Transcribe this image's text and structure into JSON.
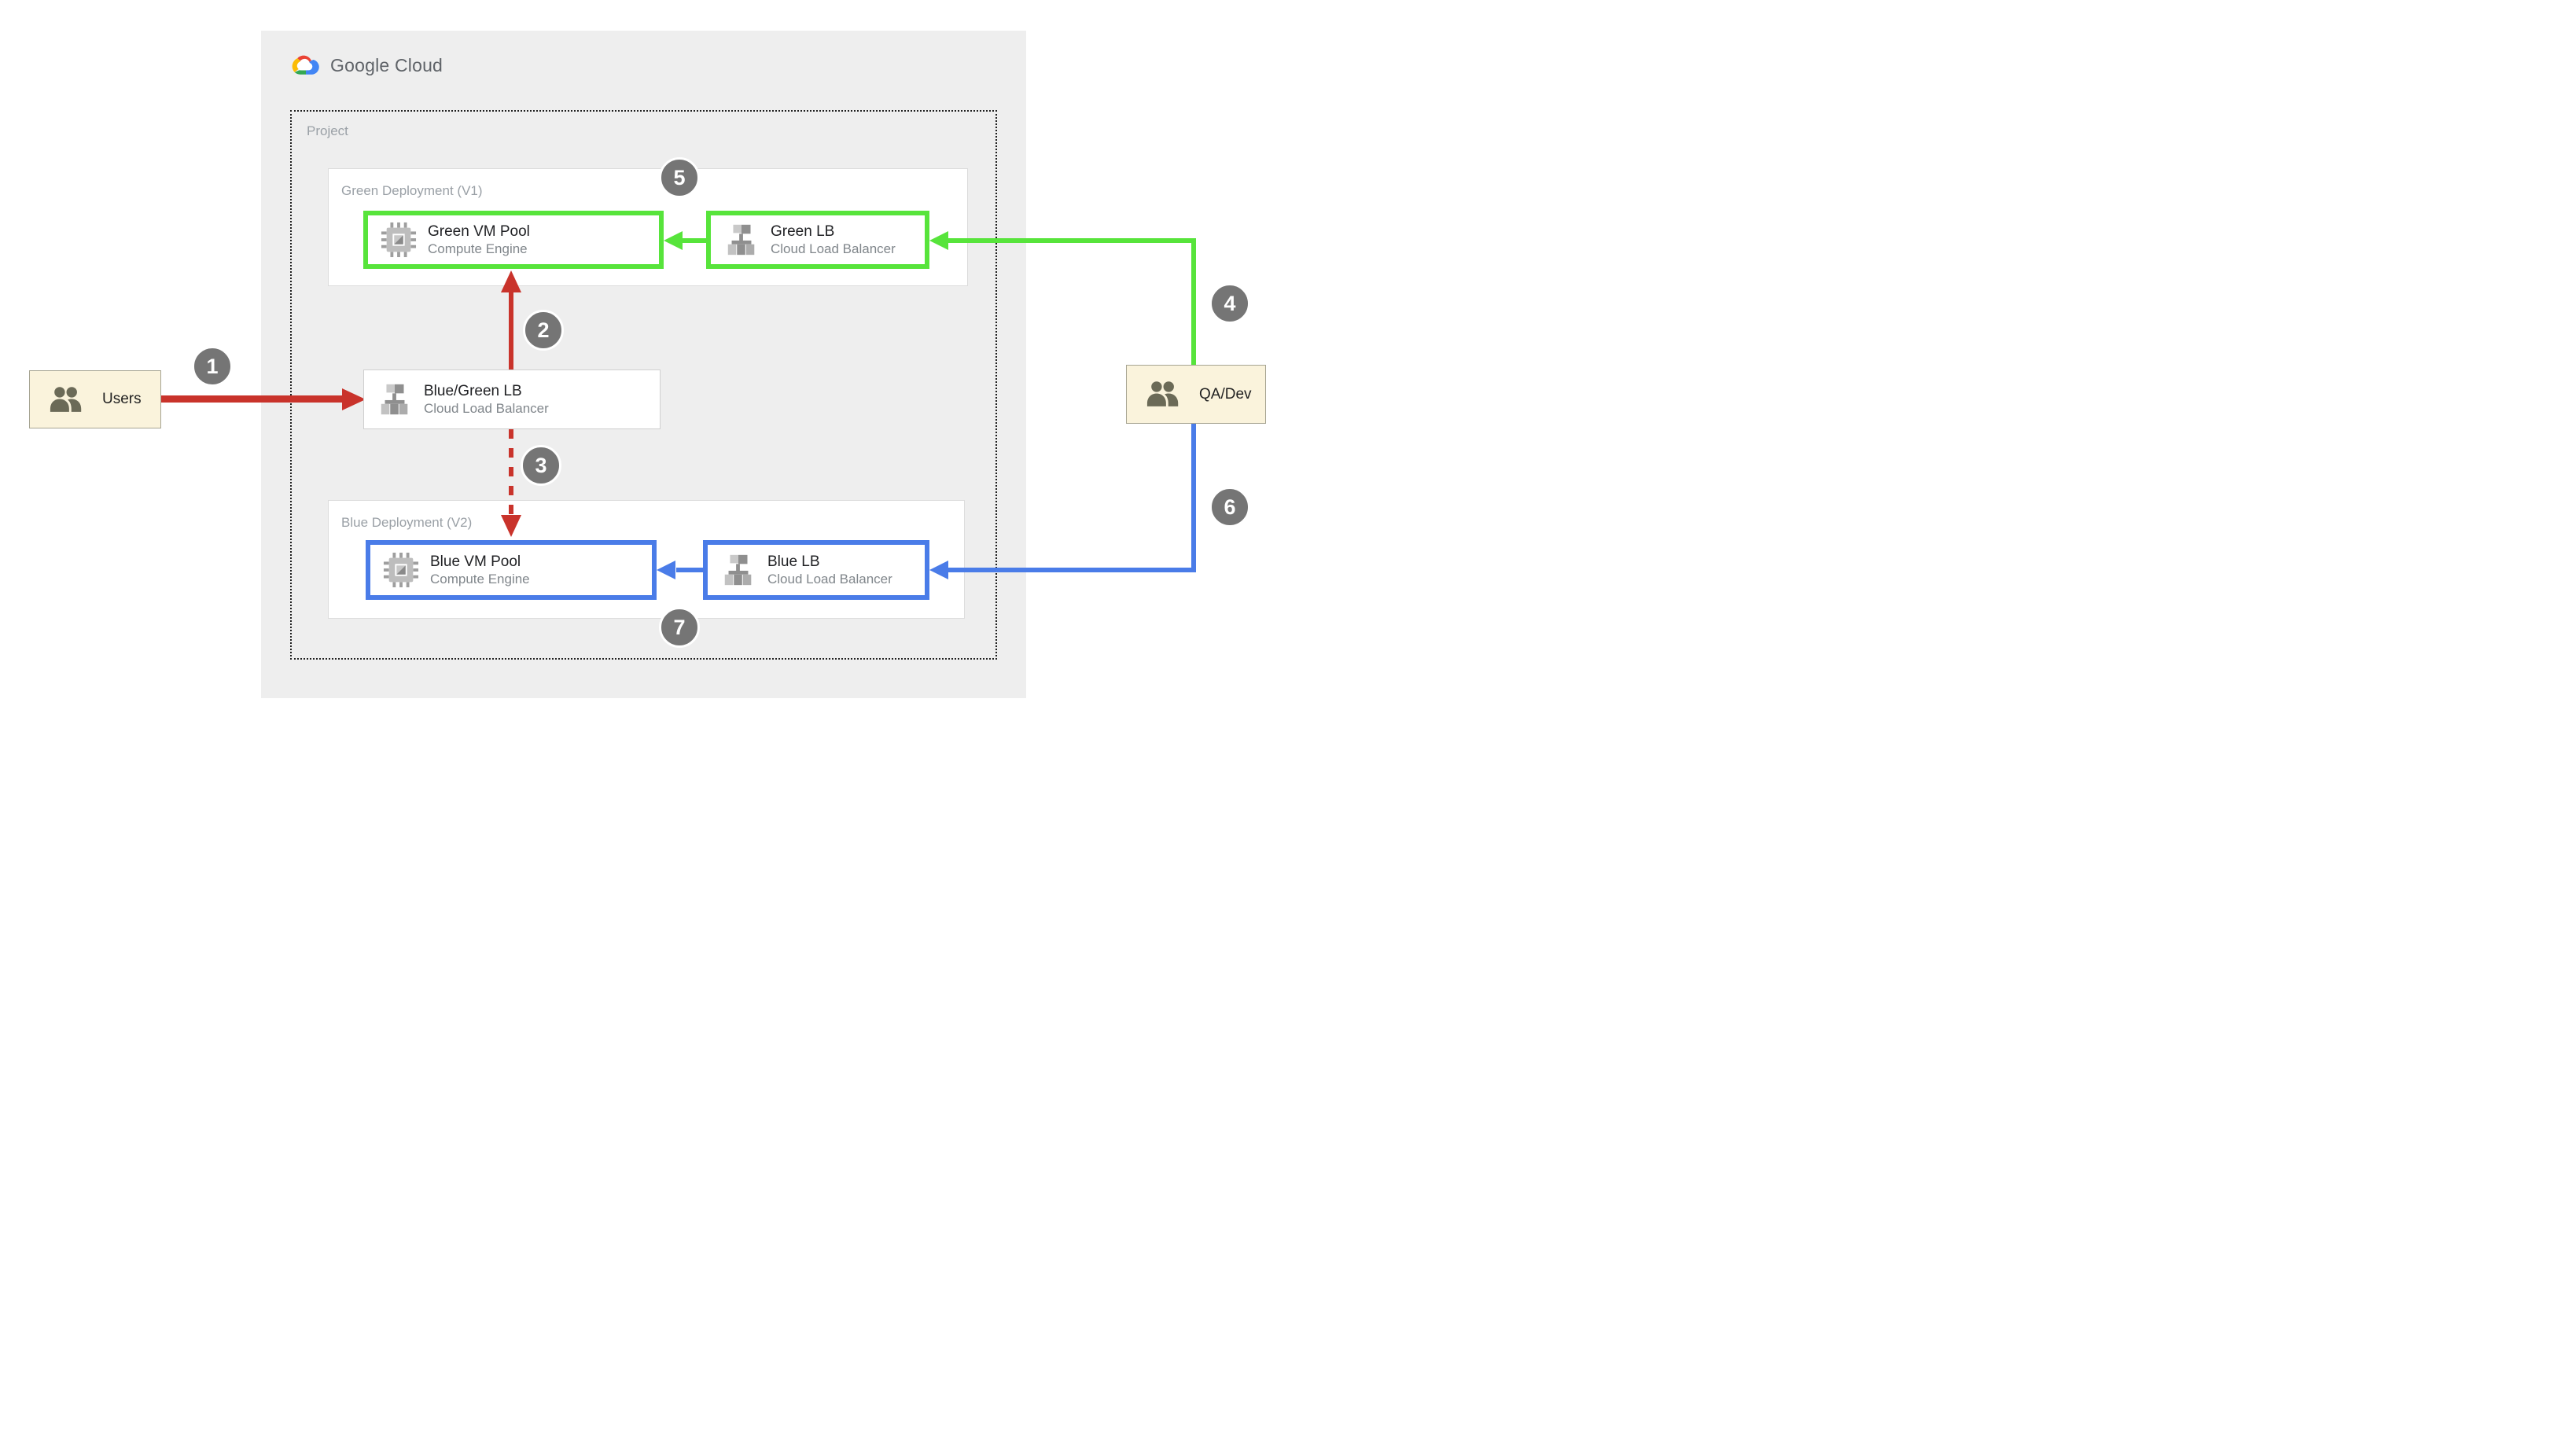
{
  "logo": {
    "text": "Google Cloud"
  },
  "project": {
    "label": "Project"
  },
  "groups": {
    "green": {
      "label": "Green Deployment (V1)"
    },
    "blue": {
      "label": "Blue Deployment (V2)"
    }
  },
  "nodes": {
    "green_vm": {
      "title": "Green VM Pool",
      "subtitle": "Compute Engine",
      "icon": "compute-engine-icon",
      "border_color": "#57e43b"
    },
    "green_lb": {
      "title": "Green LB",
      "subtitle": "Cloud Load Balancer",
      "icon": "load-balancer-icon",
      "border_color": "#57e43b"
    },
    "bluegreen_lb": {
      "title": "Blue/Green LB",
      "subtitle": "Cloud Load Balancer",
      "icon": "load-balancer-icon",
      "border_color": "#cfcfcf"
    },
    "blue_vm": {
      "title": "Blue VM Pool",
      "subtitle": "Compute Engine",
      "icon": "compute-engine-icon",
      "border_color": "#4a7ce8"
    },
    "blue_lb": {
      "title": "Blue LB",
      "subtitle": "Cloud Load Balancer",
      "icon": "load-balancer-icon",
      "border_color": "#4a7ce8"
    }
  },
  "actors": {
    "users": {
      "label": "Users",
      "icon": "users-icon"
    },
    "qa_dev": {
      "label": "QA/Dev",
      "icon": "users-icon"
    }
  },
  "badges": [
    "1",
    "2",
    "3",
    "4",
    "5",
    "6",
    "7"
  ],
  "edges": [
    {
      "step": "1",
      "from": "users",
      "to": "bluegreen_lb",
      "color": "#c9332b",
      "style": "solid"
    },
    {
      "step": "2",
      "from": "bluegreen_lb",
      "to": "green_vm",
      "color": "#c9332b",
      "style": "solid"
    },
    {
      "step": "3",
      "from": "bluegreen_lb",
      "to": "blue_vm",
      "color": "#c9332b",
      "style": "dashed"
    },
    {
      "step": "4",
      "from": "qa_dev",
      "to": "green_lb",
      "color": "#57e43b",
      "style": "solid"
    },
    {
      "step": "5",
      "from": "green_lb",
      "to": "green_vm",
      "color": "#57e43b",
      "style": "solid"
    },
    {
      "step": "6",
      "from": "qa_dev",
      "to": "blue_lb",
      "color": "#4a7ce8",
      "style": "solid"
    },
    {
      "step": "7",
      "from": "blue_lb",
      "to": "blue_vm",
      "color": "#4a7ce8",
      "style": "solid"
    }
  ],
  "colors": {
    "panel_bg": "#eeeeee",
    "red": "#c9332b",
    "green": "#57e43b",
    "blue": "#4a7ce8",
    "badge": "#757575",
    "actor_bg": "#faf3dc",
    "label_gray": "#9aa0a6"
  }
}
